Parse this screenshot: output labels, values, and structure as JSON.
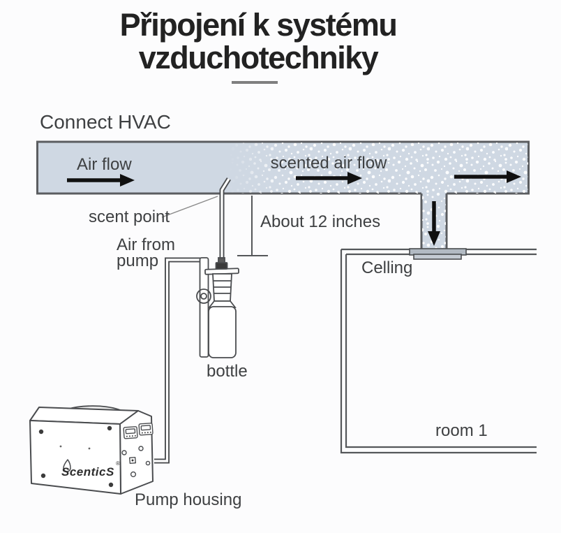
{
  "title": {
    "line1": "Připojení k systému",
    "line2": "vzduchotechniky"
  },
  "diagram": {
    "heading": "Connect HVAC",
    "duct": {
      "air_flow_label": "Air flow",
      "scented_air_flow_label": "scented air flow"
    },
    "scent_point_label": "scent point",
    "distance_label": "About 12 inches",
    "air_from_pump_line1": "Air from",
    "air_from_pump_line2": "pump",
    "bottle_label": "bottle",
    "ceiling_label": "Celling",
    "room_label": "room 1",
    "pump_label": "Pump housing",
    "brand": "ScenticS",
    "brand_reg": "®",
    "colors": {
      "duct_fill": "#cfd8e3",
      "duct_stroke": "#5b5d60",
      "line_art": "#4a4c4f",
      "arrow": "#101010",
      "text": "#3e4042",
      "vent_fill": "#b2bac3",
      "divider": "#7f7f7f",
      "title": "#222222",
      "background": "#fcfcfd"
    }
  }
}
